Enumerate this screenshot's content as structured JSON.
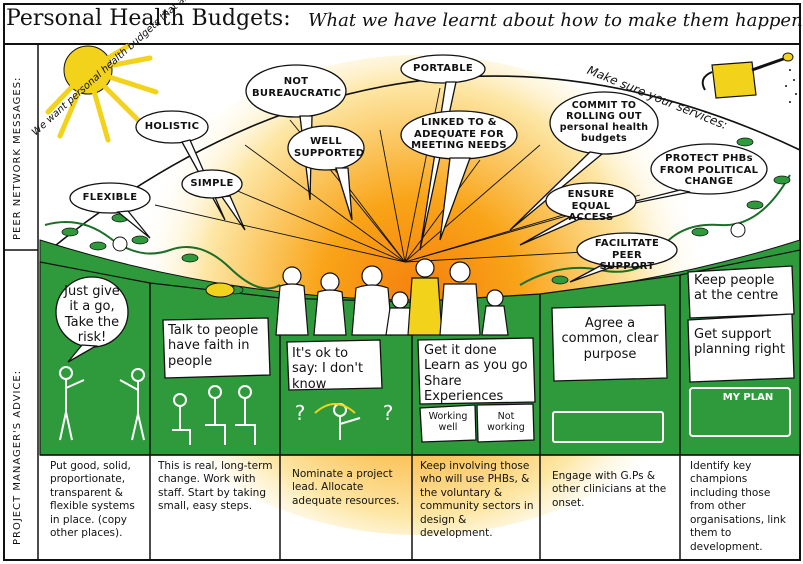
{
  "header": {
    "title": "Personal Health Budgets:",
    "subtitle": "What we have learnt about how to make them happen"
  },
  "side_labels": {
    "peer": "PEER NETWORK MESSAGES:",
    "manager": "PROJECT MANAGER'S ADVICE:"
  },
  "arc_text": {
    "left": "We want personal health budgets that are:",
    "right": "Make sure your services:"
  },
  "bubbles": {
    "flexible": "FLEXIBLE",
    "holistic": "HOLISTIC",
    "simple": "SIMPLE",
    "not_bureaucratic": "NOT BUREAUCRATIC",
    "well_supported": "WELL SUPPORTED",
    "portable": "PORTABLE",
    "linked": "LINKED TO & ADEQUATE FOR MEETING NEEDS",
    "commit": "COMMIT TO ROLLING OUT personal health budgets",
    "protect": "PROTECT PHBs FROM POLITICAL CHANGE",
    "ensure": "ENSURE EQUAL ACCESS",
    "facilitate": "FACILITATE PEER SUPPORT"
  },
  "advice": {
    "p1": "Just give it a go, Take the risk!",
    "p2": "Talk to people have faith in people",
    "p3": "It's ok to say: I don't know",
    "p4": "Get it done Learn as you go Share Experiences",
    "p4_left": "Working well",
    "p4_right": "Not working",
    "p5": "Agree a common, clear purpose",
    "p6a": "Keep people at the centre",
    "p6b": "Get support planning right",
    "p6_sign": "MY PLAN"
  },
  "lower": {
    "c1": "Put good, solid, proportionate, transparent & flexible systems in place. (copy other places).",
    "c2": "This is real, long-term change. Work with staff. Start by taking small, easy steps.",
    "c3": "Nominate a project lead. Allocate adequate resources.",
    "c4": "Keep involving those who will use PHBs, & the voluntary & community sectors in design & development.",
    "c5": "Engage with G.Ps & other clinicians at the onset.",
    "c6": "Identify key champions including those from other organisations, link them to development."
  },
  "symbols": {
    "q": "?"
  },
  "colors": {
    "green": "#2f9a3c",
    "sun": "#f3d21b",
    "glow": "#f9a418",
    "ink": "#111111"
  }
}
